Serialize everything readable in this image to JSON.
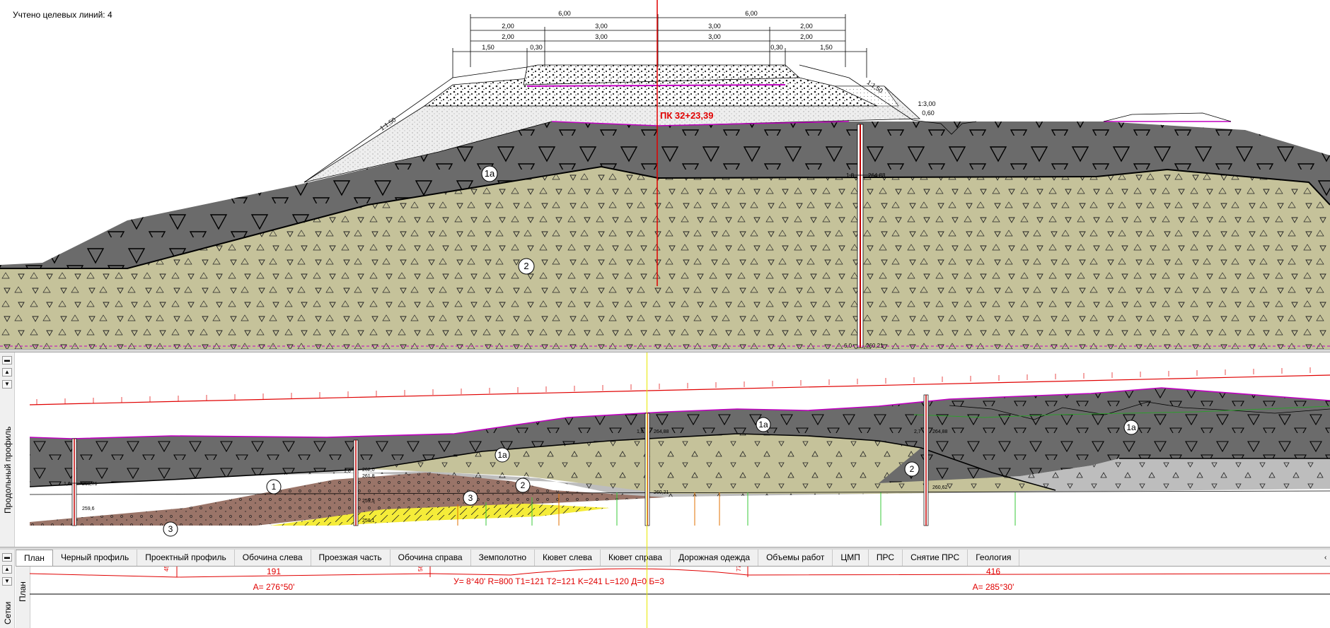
{
  "top_info": "Учтено целевых линий: 4",
  "cross_section": {
    "picket_label": "ПК 32+23,39",
    "top_dims": [
      "6,00",
      "6,00"
    ],
    "dims_row2": [
      "2,00",
      "3,00",
      "3,00",
      "2,00"
    ],
    "dims_row3": [
      "2,00",
      "3,00",
      "3,00",
      "2,00"
    ],
    "dims_row4": [
      "1,50",
      "0,30",
      "0,30",
      "1,50"
    ],
    "slope_labels": [
      "1:1,50",
      "1:1,50",
      "1:3,00"
    ],
    "small_dim": "0,60",
    "layers": [
      "1а",
      "2"
    ],
    "borehole": {
      "top_mark": "264,88",
      "top_depth": "1,8",
      "bottom_mark": "260,21",
      "bottom_depth": "6,0"
    }
  },
  "long_profile": {
    "panel_label": "Продольный профиль",
    "layers": [
      "1а",
      "1а",
      "1а",
      "1",
      "2",
      "2",
      "3",
      "3"
    ],
    "boreholes": [
      {
        "top_depth": "1,6",
        "top_mark": "260,76",
        "bottom_mark": "259,6"
      },
      {
        "top_depth": "1,6",
        "top_mark": "262,0",
        "mid_mark": "261,8",
        "lower_mark": "259,5",
        "bottom_mark": "258,1"
      },
      {
        "top_depth": "1,8",
        "top_mark": "264,88",
        "bottom_mark": "260,21"
      },
      {
        "top_depth": "2,7",
        "top_mark": "264,88",
        "bottom_mark": "260,62"
      }
    ]
  },
  "tabs": [
    {
      "label": "План",
      "active": true
    },
    {
      "label": "Черный профиль"
    },
    {
      "label": "Проектный профиль"
    },
    {
      "label": "Обочина слева"
    },
    {
      "label": "Проезжая часть"
    },
    {
      "label": "Обочина справа"
    },
    {
      "label": "Земполотно"
    },
    {
      "label": "Кювет слева"
    },
    {
      "label": "Кювет справа"
    },
    {
      "label": "Дорожная одежда"
    },
    {
      "label": "Объемы работ"
    },
    {
      "label": "ЦМП"
    },
    {
      "label": "ПРС"
    },
    {
      "label": "Снятие ПРС"
    },
    {
      "label": "Геология"
    }
  ],
  "plan": {
    "side_labels": [
      "Сетки",
      "План"
    ],
    "segments": [
      "191",
      "416"
    ],
    "stations": [
      "45",
      "56",
      "77"
    ],
    "angle_left": "А= 276°50'",
    "angle_right": "А= 285°30'",
    "curve": "У= 8°40' R=800  T1=121  T2=121  K=241  L=120  Д=0  Б=3"
  },
  "colors": {
    "soil_gray": "#6b6b6b",
    "soil_khaki": "#c5c29a",
    "soil_light": "#bdbdbd",
    "soil_brown": "#9a7468",
    "soil_yellow": "#f5ec39",
    "accent_red": "#e00000",
    "ground_magenta": "#c000c0",
    "cursor_yellow": "#e8e800"
  }
}
